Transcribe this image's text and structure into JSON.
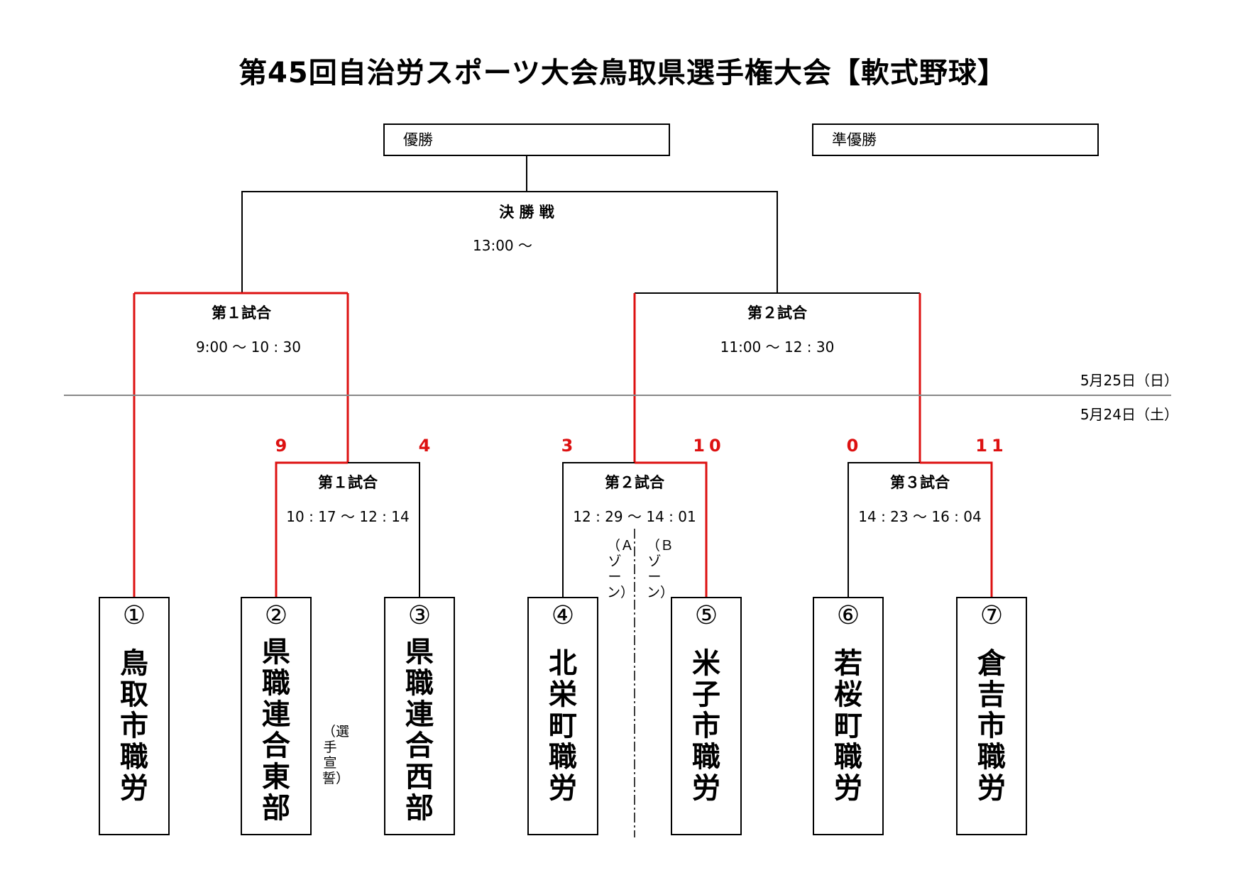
{
  "title": "第45回自治労スポーツ大会鳥取県選手権大会【軟式野球】",
  "results": {
    "winner_label": "優勝",
    "runner_up_label": "準優勝"
  },
  "final": {
    "name": "決 勝 戦",
    "time": "13:00 ～"
  },
  "day2": {
    "match1": {
      "name": "第１試合",
      "time": "9:00 ～ 10 : 30"
    },
    "match2": {
      "name": "第２試合",
      "time": "11:00 ～ 12 : 30"
    }
  },
  "dates": {
    "day2": "5月25日（日）",
    "day1": "5月24日（土）"
  },
  "day1": {
    "match1": {
      "name": "第１試合",
      "time": "10 : 17 ～ 12 : 14",
      "score_left": "9",
      "score_right": "4"
    },
    "match2": {
      "name": "第２試合",
      "time": "12 : 29 ～ 14 : 01",
      "score_left": "3",
      "score_right": "10"
    },
    "match3": {
      "name": "第３試合",
      "time": "14 : 23 ～ 16 : 04",
      "score_left": "0",
      "score_right": "11"
    }
  },
  "zones": {
    "a": "（Ａゾーン）",
    "b": "（Ｂゾーン）"
  },
  "oath_note": "（選手宣誓）",
  "teams": [
    {
      "num": "①",
      "name": "鳥取市職労"
    },
    {
      "num": "②",
      "name": "県職連合東部"
    },
    {
      "num": "③",
      "name": "県職連合西部"
    },
    {
      "num": "④",
      "name": "北栄町職労"
    },
    {
      "num": "⑤",
      "name": "米子市職労"
    },
    {
      "num": "⑥",
      "name": "若桜町職労"
    },
    {
      "num": "⑦",
      "name": "倉吉市職労"
    }
  ],
  "colors": {
    "winner_line": "#dd1111",
    "line": "#000000",
    "date_divider": "#888888"
  }
}
